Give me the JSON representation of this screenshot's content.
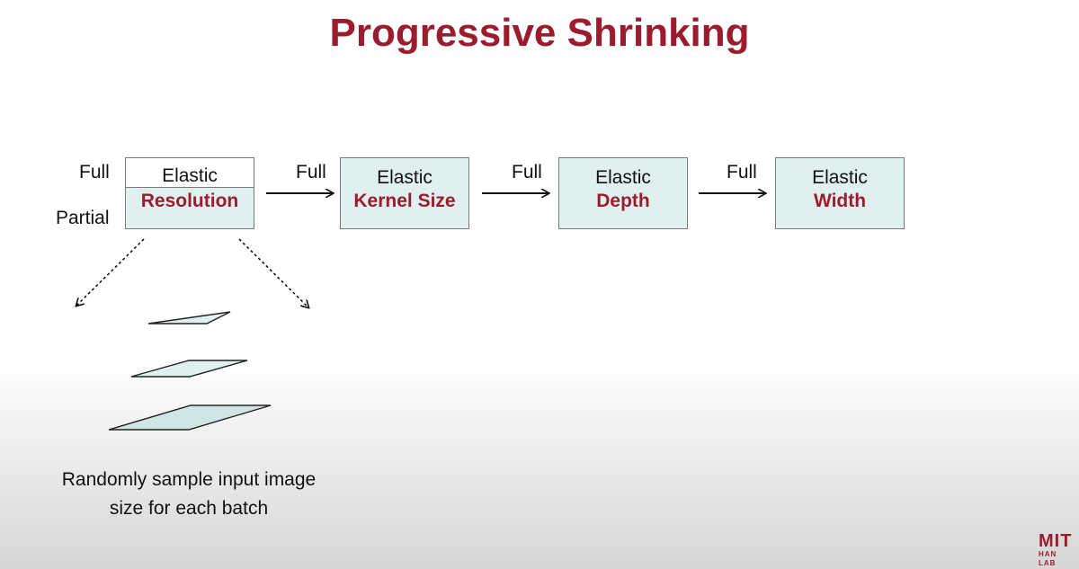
{
  "title": "Progressive Shrinking",
  "stages": [
    {
      "line1": "Elastic",
      "line2": "Resolution"
    },
    {
      "line1": "Elastic",
      "line2": "Kernel Size"
    },
    {
      "line1": "Elastic",
      "line2": "Depth"
    },
    {
      "line1": "Elastic",
      "line2": "Width"
    }
  ],
  "labels": {
    "full_left": "Full",
    "partial_left": "Partial",
    "arrow_full_1": "Full",
    "arrow_full_2": "Full",
    "arrow_full_3": "Full"
  },
  "note": {
    "line1": "Randomly sample input image",
    "line2": "size for each batch"
  },
  "logo": {
    "mark": "MIT",
    "sub": "HAN LAB"
  },
  "colors": {
    "accent": "#9b1c2e",
    "box_fill": "#dff0ef"
  }
}
